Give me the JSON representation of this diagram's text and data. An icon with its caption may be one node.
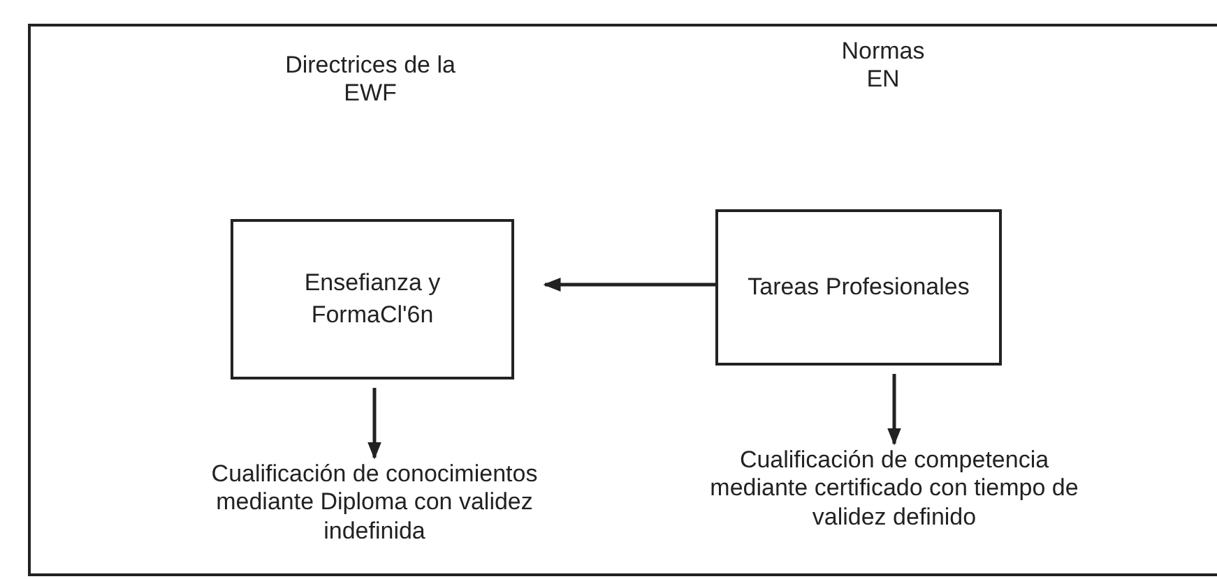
{
  "diagram": {
    "nodes": [
      {
        "text": [
          "Ensefianza y FormaCl'6n"
        ]
      },
      {
        "text": [
          "Tareas Profesionales"
        ]
      },
      {
        "text": [
          "Cualificación de conocimientos mediante Diploma con validez indefinida"
        ]
      },
      {
        "text": [
          "Cualificación de competencia mediante certificado con tiempo de validez definido"
        ]
      }
    ],
    "edges": [
      {
        "from": 1,
        "to": 0,
        "arrow": "to"
      },
      {
        "from": 0,
        "to": 2,
        "arrow": "to"
      },
      {
        "from": 1,
        "to": 3,
        "arrow": "to"
      }
    ],
    "labels": [
      "Directrices de la EWF",
      "Normas EN"
    ]
  }
}
